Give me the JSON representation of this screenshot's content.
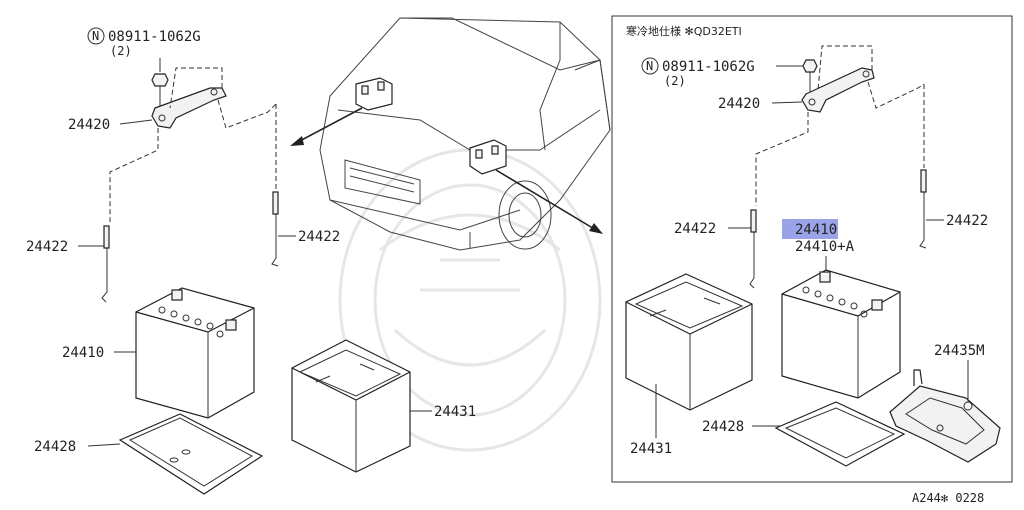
{
  "labels": {
    "nut_left": "08911-1062G",
    "nut_left_qty": "(2)",
    "clamp_left": "24420",
    "rod_left_a": "24422",
    "rod_left_b": "24422",
    "battery_left": "24410",
    "tray_left": "24428",
    "cover_center": "24431",
    "variant_note": "寒冷地仕様 ✻QD32ETI",
    "nut_right": "08911-1062G",
    "nut_right_qty": "(2)",
    "clamp_right": "24420",
    "rod_right_a": "24422",
    "rod_right_b": "24422",
    "battery_right_selected": "24410",
    "battery_right_alt": "24410+A",
    "bracket_right": "24435M",
    "tray_right": "24428",
    "cover_right": "24431",
    "diagram_ref": "A244✻ 0228",
    "nut_symbol": "N"
  },
  "colors": {
    "highlight": "#9aa3e8",
    "line": "#333333"
  }
}
